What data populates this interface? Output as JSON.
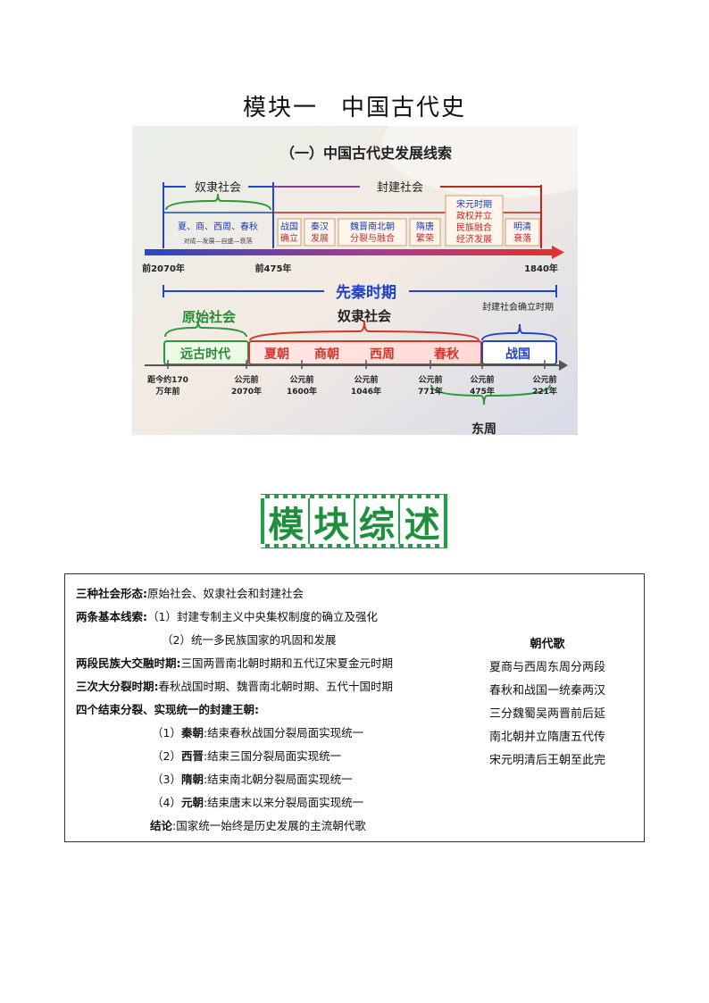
{
  "title": {
    "left": "模块一",
    "right": "中国古代史"
  },
  "figure": {
    "heading": "（一）中国古代史发展线索",
    "top": {
      "slave": "奴隶社会",
      "feudal": "封建社会",
      "xia_group": "夏、商、西周、春秋",
      "xia_sub": "对成—发展—自盛—衰落",
      "segments": [
        {
          "l1": "战国",
          "l2": "确立"
        },
        {
          "l1": "秦汉",
          "l2": "发展"
        },
        {
          "l1": "魏晋南北朝",
          "l2": "分裂与融合"
        },
        {
          "l1": "隋唐",
          "l2": "繁荣"
        },
        {
          "l1": "宋元时期",
          "l2": "政权并立",
          "l3": "民族融合",
          "l4": "经济发展"
        },
        {
          "l1": "明清",
          "l2": "衰落"
        }
      ],
      "ticks": [
        "前2070年",
        "前475年",
        "1840年"
      ]
    },
    "bottom": {
      "pre_qin": "先秦时期",
      "primitive": "原始社会",
      "slave": "奴隶社会",
      "feudal_est": "封建社会确立时期",
      "eras": [
        "远古时代",
        "夏朝",
        "商朝",
        "西周",
        "春秋",
        "战国"
      ],
      "ticks": [
        {
          "l1": "距今约170",
          "l2": "万年前"
        },
        {
          "l1": "公元前",
          "l2": "2070年"
        },
        {
          "l1": "公元前",
          "l2": "1600年"
        },
        {
          "l1": "公元前",
          "l2": "1046年"
        },
        {
          "l1": "公元前",
          "l2": "771年"
        },
        {
          "l1": "公元前",
          "l2": "475年"
        },
        {
          "l1": "公元前",
          "l2": "221年"
        }
      ],
      "dong_zhou": "东周"
    }
  },
  "badge": [
    "模",
    "块",
    "综",
    "述"
  ],
  "summary": {
    "forms_label": "三种社会形态:",
    "forms_text": "原始社会、奴隶社会和封建社会",
    "clues_label": "两条基本线索:",
    "clue1": "（1）封建专制主义中央集权制度的确立及强化",
    "clue2": "（2）统一多民族国家的巩固和发展",
    "fusion_label": "两段民族大交融时期:",
    "fusion_text": "三国两晋南北朝时期和五代辽宋夏金元时期",
    "split_label": "三次大分裂时期:",
    "split_text": "春秋战国时期、魏晋南北朝时期、五代十国时期",
    "unify_label": "四个结束分裂、实现统一的封建王朝:",
    "dynasties": [
      {
        "num": "（1）",
        "name": "秦朝",
        "text": ":结束春秋战国分裂局面实现统一"
      },
      {
        "num": "（2）",
        "name": "西晋",
        "text": ":结束三国分裂局面实现统一"
      },
      {
        "num": "（3）",
        "name": "隋朝",
        "text": ":结束南北朝分裂局面实现统一"
      },
      {
        "num": "（4）",
        "name": "元朝",
        "text": ":结束唐末以来分裂局面实现统一"
      }
    ],
    "conclusion_label": "结论",
    "conclusion_text": ":国家统一始终是历史发展的主流朝代歌"
  },
  "song": {
    "title": "朝代歌",
    "lines": [
      "夏商与西周东周分两段",
      "春秋和战国一统秦两汉",
      "三分魏蜀吴两晋前后延",
      "南北朝并立隋唐五代传",
      "宋元明清后王朝至此完"
    ]
  }
}
